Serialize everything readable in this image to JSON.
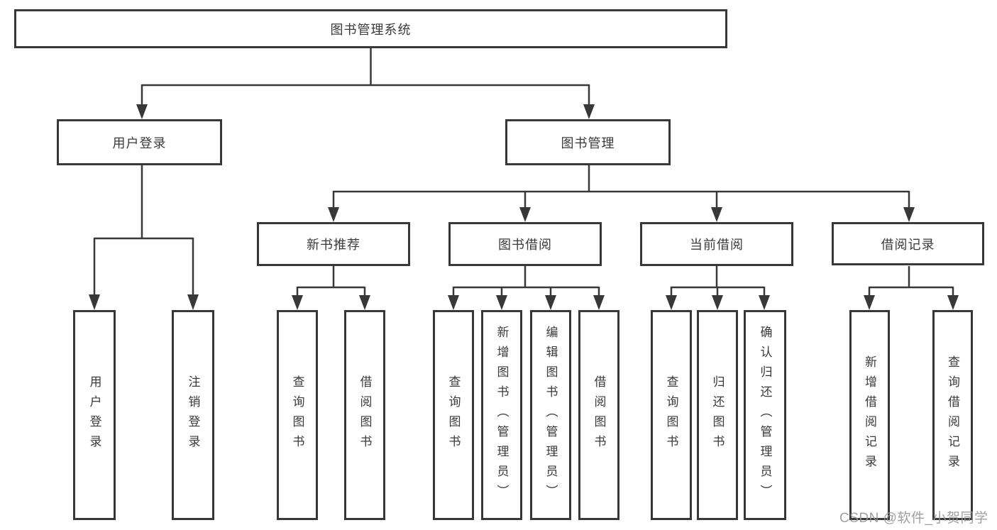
{
  "diagram": {
    "root": "图书管理系统",
    "branches": [
      {
        "label": "用户登录",
        "leaves": [
          "用户登录",
          "注销登录"
        ]
      },
      {
        "label": "图书管理",
        "sections": [
          {
            "label": "新书推荐",
            "leaves": [
              "查询图书",
              "借阅图书"
            ]
          },
          {
            "label": "图书借阅",
            "leaves": [
              "查询图书",
              "新增图书（管理员）",
              "编辑图书（管理员）",
              "借阅图书"
            ]
          },
          {
            "label": "当前借阅",
            "leaves": [
              "查询图书",
              "归还图书",
              "确认归还（管理员）"
            ]
          },
          {
            "label": "借阅记录",
            "leaves": [
              "新增借阅记录",
              "查询借阅记录"
            ]
          }
        ]
      }
    ]
  },
  "watermark": "CSDN @软件_小贺同学",
  "colors": {
    "line": "#383838",
    "text": "#3a3a3a",
    "background": "#ffffff",
    "watermark": "#969696"
  }
}
